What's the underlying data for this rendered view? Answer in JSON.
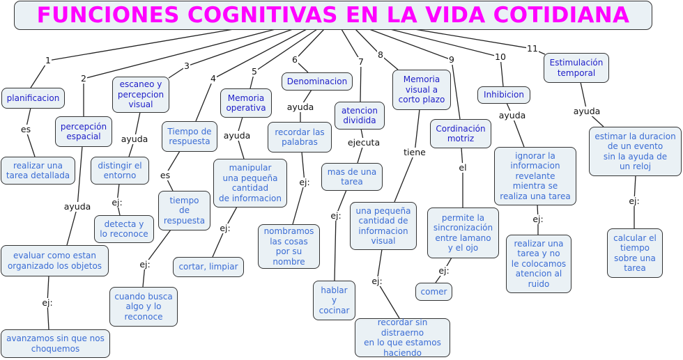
{
  "title": "FUNCIONES COGNITIVAS EN LA VIDA COTIDIANA",
  "branches": [
    {
      "number": "1",
      "concept": "planificacion",
      "link": "es",
      "child": "realizar una\ntarea detallada"
    },
    {
      "number": "2",
      "concept": "percepción\nespacial",
      "link": "ayuda",
      "child": "evaluar como estan\norganizado los objetos",
      "example_link": "ej:",
      "example": "avanzamos sin que nos\nchoquemos"
    },
    {
      "number": "3",
      "concept": "escaneo y\npercepcion\nvisual",
      "link": "ayuda",
      "child": "distingir el\nentorno",
      "example_link": "ej:",
      "example": "detecta y\nlo reconoce"
    },
    {
      "number": "4",
      "concept": "Tiempo de\nrespuesta",
      "link": "es",
      "child": "tiempo\nde\nrespuesta",
      "example_link": "ej:",
      "example": "cuando busca\nalgo y lo\nreconoce"
    },
    {
      "number": "5",
      "concept": "Memoria\noperativa",
      "link": "ayuda",
      "child": "manipular\nuna pequeña\ncantidad\nde informacion",
      "example_link": "ej:",
      "example": "cortar, limpiar"
    },
    {
      "number": "6",
      "concept": "Denominacion",
      "link": "ayuda",
      "child": "recordar las\npalabras",
      "example_link": "ej:",
      "example": "nombramos\nlas cosas\npor su\nnombre"
    },
    {
      "number": "7",
      "concept": "atencion\ndividida",
      "link": "ejecuta",
      "child": "mas de una\ntarea",
      "example_link": "ej:",
      "example": "hablar\ny\ncocinar"
    },
    {
      "number": "8",
      "concept": "Memoria\nvisual a\ncorto plazo",
      "link": "tiene",
      "child": "una pequeña\ncantidad de\ninformacion\nvisual",
      "example_link": "ej:",
      "example": "recordar sin distraerno\nen lo que estamos\nhaciendo"
    },
    {
      "number": "9",
      "concept": "Cordinación\nmotriz",
      "link": "el",
      "child": "permite la\nsincronización\nentre lamano\ny el ojo",
      "example_link": "ej:",
      "example": "comer"
    },
    {
      "number": "10",
      "concept": "Inhibicion",
      "link": "ayuda",
      "child": "ignorar la\ninformacion\nrevelante\nmientra  se\nrealiza una tarea",
      "example_link": "ej:",
      "example": "realizar una\ntarea y no\nle colocamos\natencion al\nruido"
    },
    {
      "number": "11",
      "concept": "Estimulación\ntemporal",
      "link": "ayuda",
      "child": "estimar la duracion\nde un evento\nsin la ayuda de\nun reloj",
      "example_link": "ej:",
      "example": "calcular el\ntiempo\nsobre una\ntarea"
    }
  ],
  "colors": {
    "title": "#ff00ff",
    "main_concept": "#1e1ec8",
    "sub_concept": "#3a6cd4",
    "box_bg": "#eaf1f5"
  }
}
